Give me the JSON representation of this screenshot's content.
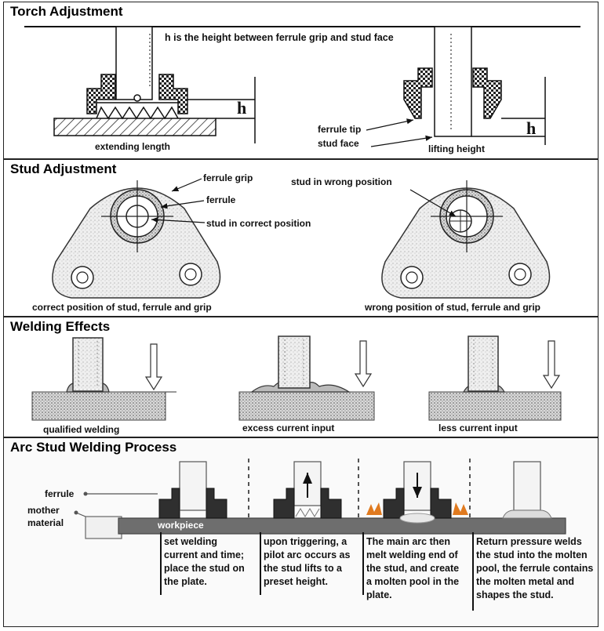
{
  "torch": {
    "title": "Torch Adjustment",
    "h_desc": "h is the height between ferrule grip and stud face",
    "h_symbol_left": "h",
    "h_symbol_right": "h",
    "extending_length": "extending length",
    "ferrule_tip": "ferrule tip",
    "stud_face": "stud face",
    "lifting_height": "lifting height"
  },
  "stud": {
    "title": "Stud Adjustment",
    "ferrule_grip": "ferrule grip",
    "ferrule": "ferrule",
    "correct_position": "stud in correct position",
    "wrong_position": "stud in wrong position",
    "caption_correct": "correct position of stud, ferrule and grip",
    "caption_wrong": "wrong position of stud, ferrule and grip"
  },
  "effects": {
    "title": "Welding Effects",
    "qualified": "qualified welding",
    "excess": "excess current input",
    "less": "less current input"
  },
  "process": {
    "title": "Arc Stud Welding Process",
    "ferrule": "ferrule",
    "mother_material": "mother material",
    "workpiece": "workpiece",
    "step1": "set welding current and time; place the stud on the plate.",
    "step2": "upon triggering, a pilot arc occurs as the stud lifts to a preset height.",
    "step3": "The main arc then melt welding end of the stud, and create a molten pool in the plate.",
    "step4": "Return pressure welds the stud into the molten pool, the ferrule contains the molten metal and shapes the stud."
  },
  "colors": {
    "workpiece": "#6e6e6e",
    "spark": "#e07a1f",
    "ferrule_dark": "#333333"
  }
}
